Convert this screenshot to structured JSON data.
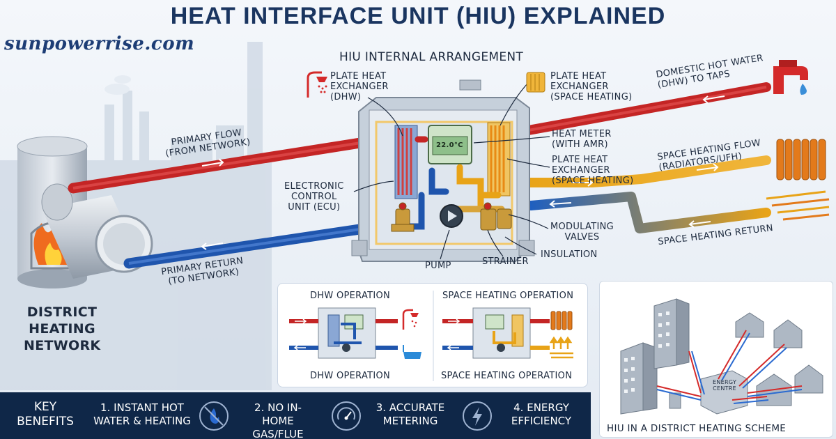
{
  "title": "HEAT INTERFACE UNIT (HIU) EXPLAINED",
  "brand": "sunpowerrise.com",
  "internal_title": "HIU INTERNAL ARRANGEMENT",
  "district_network": [
    "DISTRICT",
    "HEATING",
    "NETWORK"
  ],
  "pipes": {
    "primary_flow": [
      "PRIMARY FLOW",
      "(FROM NETWORK)"
    ],
    "primary_return": [
      "PRIMARY RETURN",
      "(TO NETWORK)"
    ],
    "dhw_taps": [
      "DOMESTIC HOT WATER",
      "(DHW) TO TAPS"
    ],
    "sh_flow": [
      "SPACE HEATING FLOW",
      "(RADIATORS/UFH)"
    ],
    "sh_return": "SPACE HEATING RETURN"
  },
  "components": {
    "phe_dhw": [
      "PLATE HEAT",
      "EXCHANGER",
      "(DHW)"
    ],
    "phe_sh_top": [
      "PLATE HEAT",
      "EXCHANGER",
      "(SPACE HEATING)"
    ],
    "heat_meter": [
      "HEAT METER",
      "(WITH AMR)"
    ],
    "phe_sh_mid": [
      "PLATE HEAT",
      "EXCHANGER",
      "(SPACE HEATING)"
    ],
    "ecu": [
      "ELECTRONIC",
      "CONTROL",
      "UNIT (ECU)"
    ],
    "valves": [
      "MODULATING",
      "VALVES"
    ],
    "insulation": "INSULATION",
    "pump": "PUMP",
    "strainer": "STRAINER",
    "display_temp": "22.0°C"
  },
  "operations": {
    "dhw_top": "DHW OPERATION",
    "sh_top": "SPACE HEATING OPERATION",
    "dhw_bottom": "DHW OPERATION",
    "sh_bottom": "SPACE HEATING OPERATION"
  },
  "benefits": {
    "header": [
      "KEY",
      "BENEFITS"
    ],
    "items": [
      {
        "lines": [
          "1. INSTANT HOT",
          "WATER & HEATING"
        ],
        "icon": "no-flame-icon"
      },
      {
        "lines": [
          "2. NO IN-HOME",
          "GAS/FLUE"
        ],
        "icon": "gauge-icon"
      },
      {
        "lines": [
          "3. ACCURATE",
          "METERING"
        ],
        "icon": "lightning-icon"
      },
      {
        "lines": [
          "4. ENERGY",
          "EFFICIENCY"
        ],
        "icon": ""
      }
    ]
  },
  "scheme": {
    "title": "HIU IN A DISTRICT HEATING SCHEME",
    "energy_centre": [
      "ENERGY",
      "CENTRE"
    ]
  },
  "colors": {
    "hot": "#d42a2a",
    "cold": "#1f5fbf",
    "amber": "#e8a317",
    "navy": "#0f2748"
  }
}
